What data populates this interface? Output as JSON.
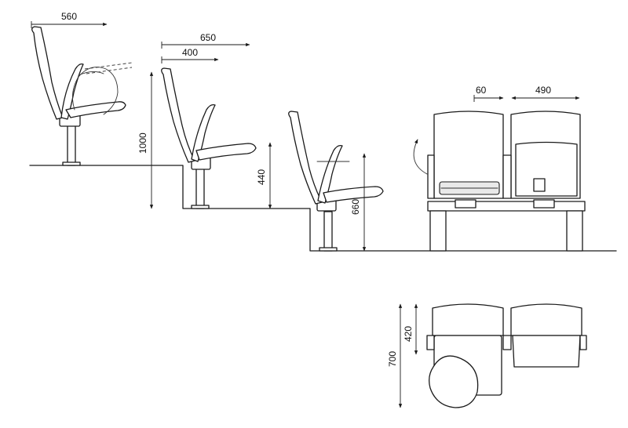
{
  "dimensions": {
    "top_width": "560",
    "row_depth": "650",
    "seat_depth": "400",
    "back_height": "1000",
    "step_height": "440",
    "seat_height": "660",
    "armrest_width": "60",
    "seat_width": "490",
    "plan_depth_total": "700",
    "plan_depth_folded": "420"
  },
  "colors": {
    "line": "#1a1a1a",
    "background": "#ffffff"
  }
}
